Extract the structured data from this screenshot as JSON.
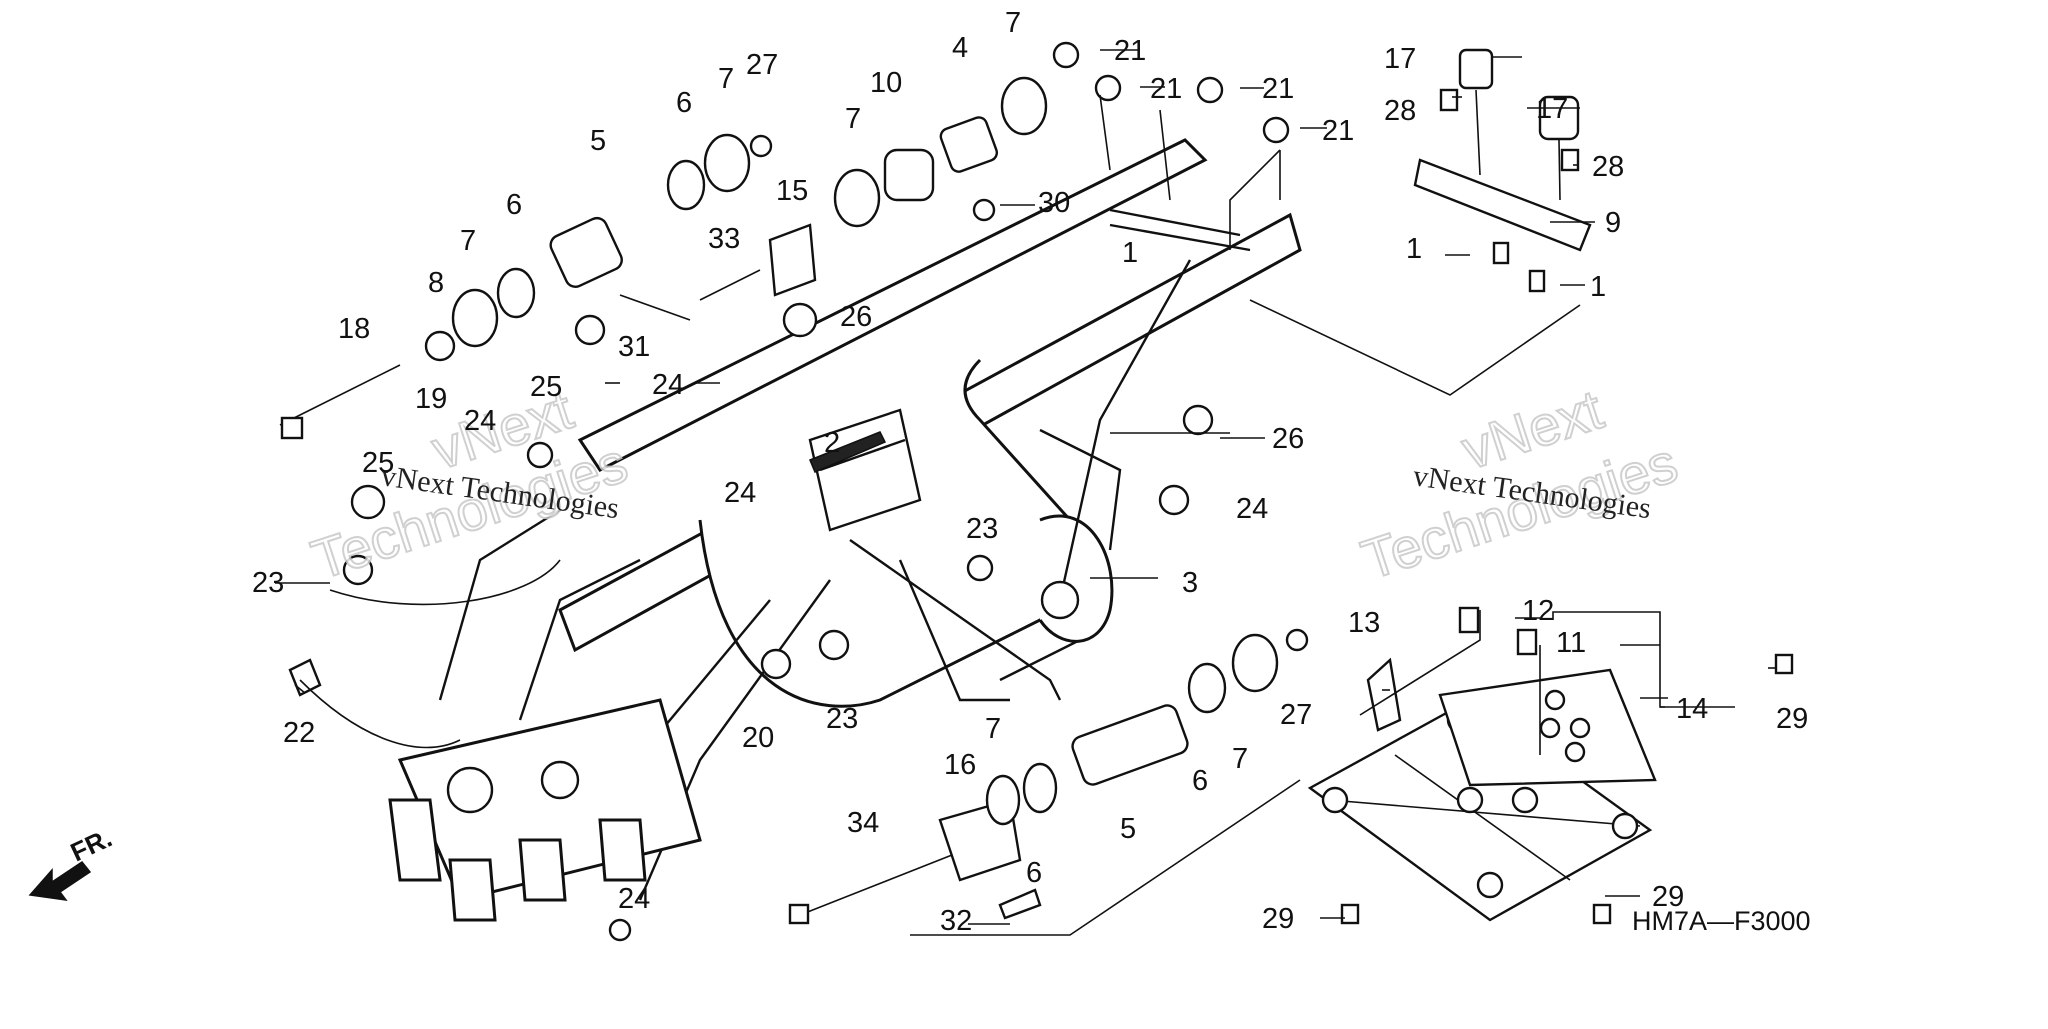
{
  "diagram": {
    "code": "HM7A—F3000",
    "front_label": "FR.",
    "watermark_line1": "vNext",
    "watermark_line2": "Technologies",
    "watermark_small": "vNext Technologies"
  },
  "callouts": [
    {
      "id": "c1a",
      "text": "1"
    },
    {
      "id": "c1b",
      "text": "1"
    },
    {
      "id": "c2",
      "text": "2"
    },
    {
      "id": "c3",
      "text": "3"
    },
    {
      "id": "c4",
      "text": "4"
    },
    {
      "id": "c5a",
      "text": "5"
    },
    {
      "id": "c5b",
      "text": "5"
    },
    {
      "id": "c6a",
      "text": "6"
    },
    {
      "id": "c6b",
      "text": "6"
    },
    {
      "id": "c6c",
      "text": "6"
    },
    {
      "id": "c6d",
      "text": "6"
    },
    {
      "id": "c7a",
      "text": "7"
    },
    {
      "id": "c7b",
      "text": "7"
    },
    {
      "id": "c7c",
      "text": "7"
    },
    {
      "id": "c7d",
      "text": "7"
    },
    {
      "id": "c7e",
      "text": "7"
    },
    {
      "id": "c7f",
      "text": "7"
    },
    {
      "id": "c8",
      "text": "8"
    },
    {
      "id": "c9",
      "text": "9"
    },
    {
      "id": "c10",
      "text": "10"
    },
    {
      "id": "c11",
      "text": "11"
    },
    {
      "id": "c12",
      "text": "12"
    },
    {
      "id": "c13",
      "text": "13"
    },
    {
      "id": "c14",
      "text": "14"
    },
    {
      "id": "c15",
      "text": "15"
    },
    {
      "id": "c16",
      "text": "16"
    },
    {
      "id": "c17a",
      "text": "17"
    },
    {
      "id": "c17b",
      "text": "17"
    },
    {
      "id": "c18",
      "text": "18"
    },
    {
      "id": "c19",
      "text": "19"
    },
    {
      "id": "c20",
      "text": "20"
    },
    {
      "id": "c21a",
      "text": "21"
    },
    {
      "id": "c21b",
      "text": "21"
    },
    {
      "id": "c21c",
      "text": "21"
    },
    {
      "id": "c21d",
      "text": "21"
    },
    {
      "id": "c22",
      "text": "22"
    },
    {
      "id": "c23a",
      "text": "23"
    },
    {
      "id": "c23b",
      "text": "23"
    },
    {
      "id": "c23c",
      "text": "23"
    },
    {
      "id": "c24a",
      "text": "24"
    },
    {
      "id": "c24b",
      "text": "24"
    },
    {
      "id": "c24c",
      "text": "24"
    },
    {
      "id": "c24d",
      "text": "24"
    },
    {
      "id": "c24e",
      "text": "24"
    },
    {
      "id": "c25a",
      "text": "25"
    },
    {
      "id": "c25b",
      "text": "25"
    },
    {
      "id": "c26a",
      "text": "26"
    },
    {
      "id": "c26b",
      "text": "26"
    },
    {
      "id": "c27a",
      "text": "27"
    },
    {
      "id": "c27b",
      "text": "27"
    },
    {
      "id": "c28a",
      "text": "28"
    },
    {
      "id": "c28b",
      "text": "28"
    },
    {
      "id": "c29a",
      "text": "29"
    },
    {
      "id": "c29b",
      "text": "29"
    },
    {
      "id": "c29c",
      "text": "29"
    },
    {
      "id": "c30",
      "text": "30"
    },
    {
      "id": "c31",
      "text": "31"
    },
    {
      "id": "c32",
      "text": "32"
    },
    {
      "id": "c33",
      "text": "33"
    },
    {
      "id": "c34",
      "text": "34"
    }
  ]
}
